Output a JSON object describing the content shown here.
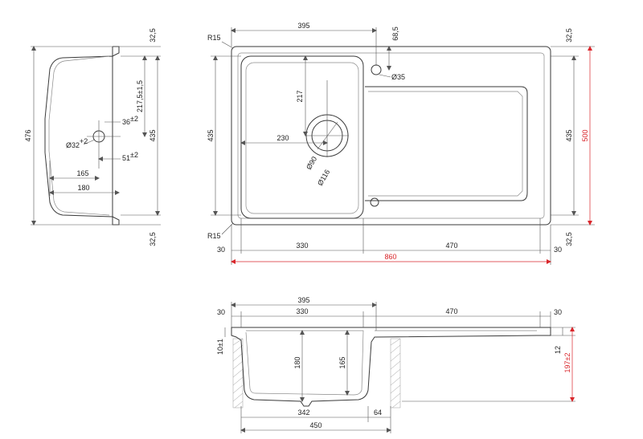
{
  "colors": {
    "line": "#3a3a3a",
    "accent": "#d9262b",
    "background": "#ffffff"
  },
  "side_view": {
    "depth_32_5_top": "32,5",
    "depth_32_5_bottom": "32,5",
    "overall": "476",
    "bowl_height": "435",
    "tap_offset": "217,5±1,5",
    "tap_hole": "Ø32",
    "tap_hole_tol": "+2",
    "dim_36": "36",
    "dim_36_tol": "±2",
    "dim_51": "51",
    "dim_51_tol": "±2",
    "dim_165": "165",
    "dim_180": "180"
  },
  "plan_view": {
    "radius_top": "R15",
    "radius_bottom": "R15",
    "dim_395": "395",
    "dim_68_5": "68,5",
    "dim_32_5_top": "32,5",
    "dim_32_5_bottom": "32,5",
    "tap_hole": "Ø35",
    "dim_217": "217",
    "dim_230": "230",
    "drain_inner": "Ø90",
    "drain_outer": "Ø116",
    "height_left": "435",
    "height_right": "435",
    "overall_height": "500",
    "dim_30_left": "30",
    "dim_330": "330",
    "dim_470": "470",
    "dim_30_right": "30",
    "overall_width": "860"
  },
  "section_view": {
    "dim_395": "395",
    "dim_30_left": "30",
    "dim_330": "330",
    "dim_470": "470",
    "dim_30_right": "30",
    "rim": "10±1",
    "depth_180": "180",
    "depth_165": "165",
    "dim_12": "12",
    "overall_depth": "197±2",
    "dim_342": "342",
    "dim_64": "64",
    "dim_450": "450"
  }
}
